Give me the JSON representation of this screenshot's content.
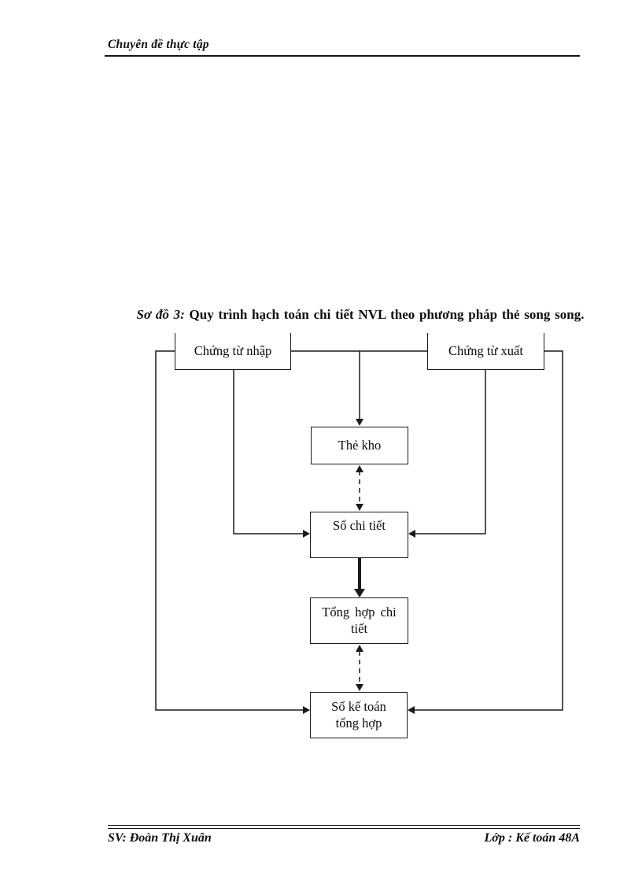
{
  "page": {
    "background": "#ffffff",
    "text_color": "#0d0d0d",
    "line_color": "#1a1a1a"
  },
  "header": {
    "title": "Chuyên đề thực tập"
  },
  "caption": {
    "prefix": "Sơ đồ 3:",
    "text": "Quy trình hạch toán chi tiết NVL theo phương pháp thẻ song song."
  },
  "diagram": {
    "boxes": {
      "chung_tu_nhap": {
        "label": "Chứng từ nhập"
      },
      "chung_tu_xuat": {
        "label": "Chứng từ xuất"
      },
      "the_kho": {
        "label": "Thẻ kho"
      },
      "so_chi_tiet": {
        "label": "Sổ chi tiết"
      },
      "tong_hop_chi_tiet": {
        "line1": "Tổng hợp chi",
        "line2": "tiết"
      },
      "so_ke_toan_tong_hop": {
        "line1": "Sổ kế toán",
        "line2": "tổng hợp"
      }
    },
    "connectors": {
      "solid": "solid arrows: documents to Thẻ kho and Sổ chi tiết / Sổ kế toán tổng hợp; thick arrow Sổ chi tiết to Tổng hợp chi tiết",
      "dashed": "dashed double-headed arrows: Thẻ kho–Sổ chi tiết and Tổng hợp chi tiết–Sổ kế toán tổng hợp"
    }
  },
  "footer": {
    "left": "SV: Đoàn Thị Xuân",
    "right": "Lớp : Kế toán 48A"
  }
}
